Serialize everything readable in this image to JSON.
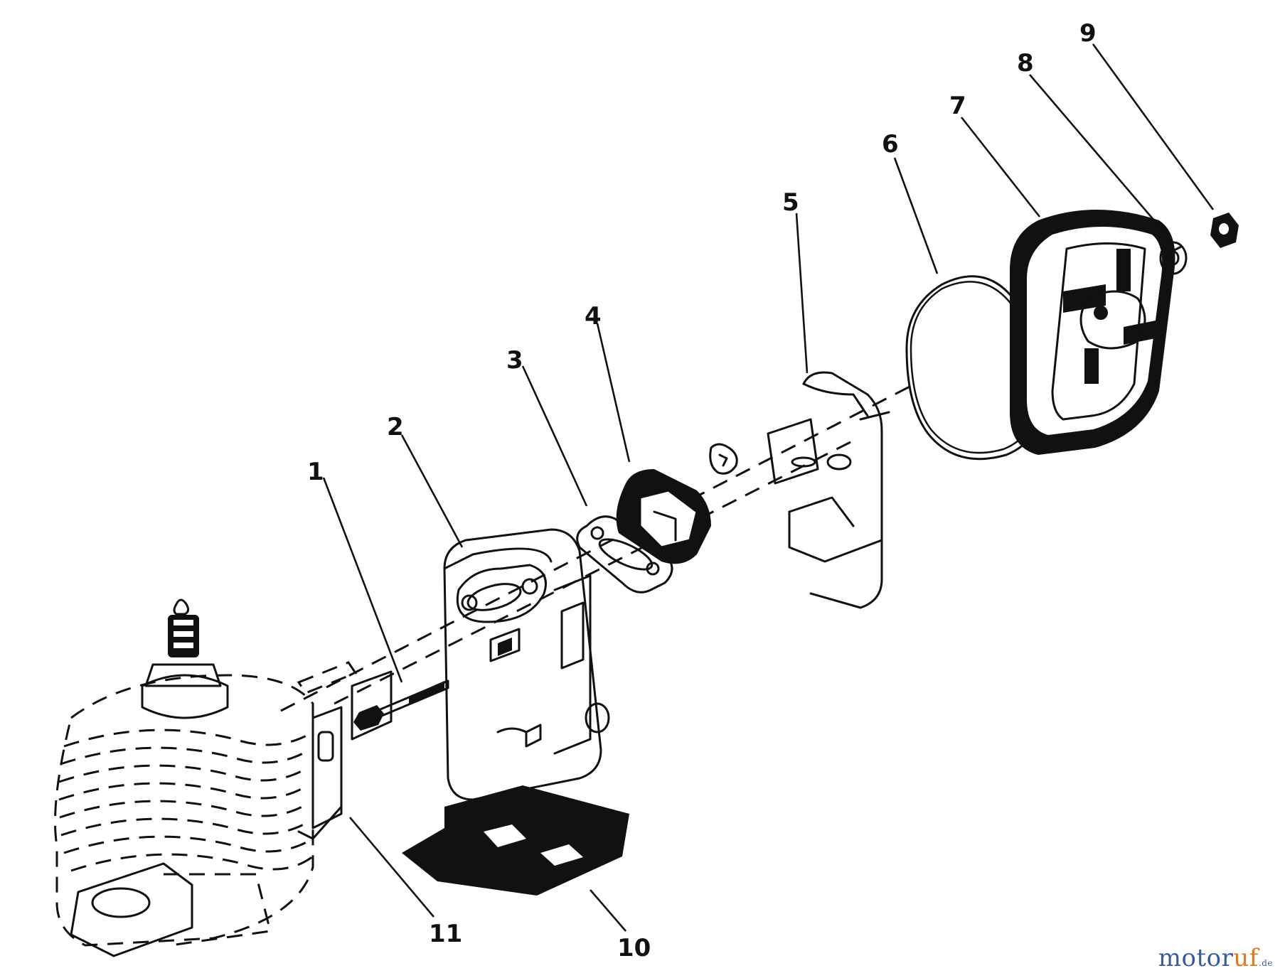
{
  "diagram": {
    "callouts": [
      "1",
      "2",
      "3",
      "4",
      "5",
      "6",
      "7",
      "8",
      "9",
      "10",
      "11"
    ]
  },
  "watermark": {
    "part1": "motor",
    "part2": "uf",
    "suffix": ".de"
  },
  "colors": {
    "line": "#111111",
    "background": "#ffffff",
    "watermark_blue": "#3a5a9c",
    "watermark_orange": "#e07a1f"
  }
}
